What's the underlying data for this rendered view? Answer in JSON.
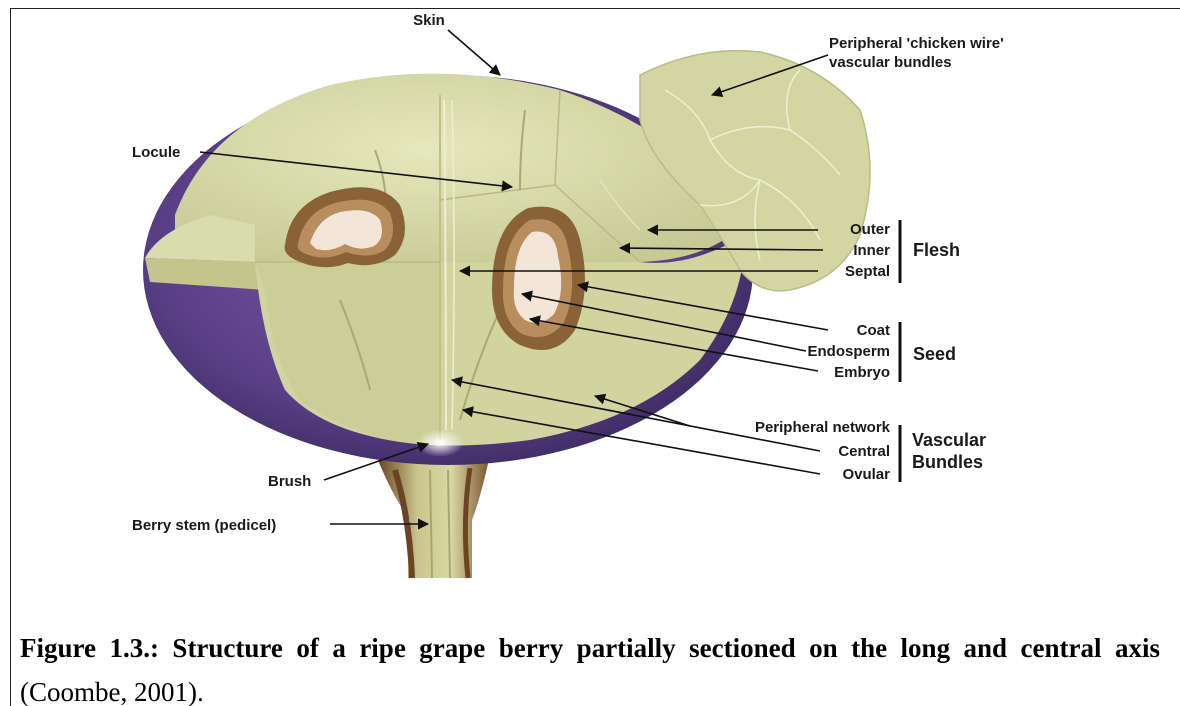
{
  "labels": {
    "skin": "Skin",
    "chicken_wire_line1": "Peripheral 'chicken wire'",
    "chicken_wire_line2": "vascular bundles",
    "locule": "Locule",
    "brush": "Brush",
    "berry_stem": "Berry stem (pedicel)"
  },
  "flesh": {
    "group": "Flesh",
    "items": [
      "Outer",
      "Inner",
      "Septal"
    ]
  },
  "seed": {
    "group": "Seed",
    "items": [
      "Coat",
      "Endosperm",
      "Embryo"
    ]
  },
  "vascular": {
    "group_line1": "Vascular",
    "group_line2": "Bundles",
    "items": [
      "Peripheral network",
      "Central",
      "Ovular"
    ]
  },
  "caption": {
    "bold": "Figure 1.3.: Structure of a ripe grape berry partially sectioned on the long and central axis",
    "normal": " (Coombe, 2001)."
  },
  "colors": {
    "skin_purple": "#5a3f86",
    "flesh": "#d4d7a6",
    "seed_coat": "#7a5530",
    "endosperm": "#f2e6d8",
    "stem_brown": "#6b4424"
  }
}
